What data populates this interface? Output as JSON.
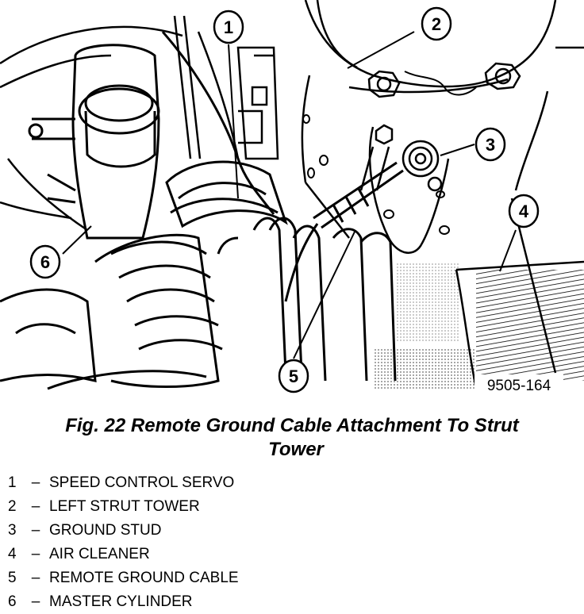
{
  "figure": {
    "callouts": [
      {
        "number": "1",
        "label": "SPEED CONTROL SERVO"
      },
      {
        "number": "2",
        "label": "LEFT STRUT TOWER"
      },
      {
        "number": "3",
        "label": "GROUND STUD"
      },
      {
        "number": "4",
        "label": "AIR CLEANER"
      },
      {
        "number": "5",
        "label": "REMOTE GROUND CABLE"
      },
      {
        "number": "6",
        "label": "MASTER CYLINDER"
      }
    ],
    "figure_code": "9505-164"
  },
  "caption": {
    "line1": "Fig. 22 Remote Ground Cable Attachment To Strut",
    "line2": "Tower"
  },
  "legend": {
    "separator": "–",
    "items": [
      {
        "num": "1",
        "text": "SPEED CONTROL SERVO"
      },
      {
        "num": "2",
        "text": "LEFT STRUT TOWER"
      },
      {
        "num": "3",
        "text": "GROUND STUD"
      },
      {
        "num": "4",
        "text": "AIR CLEANER"
      },
      {
        "num": "5",
        "text": "REMOTE GROUND CABLE"
      },
      {
        "num": "6",
        "text": "MASTER CYLINDER"
      }
    ]
  }
}
